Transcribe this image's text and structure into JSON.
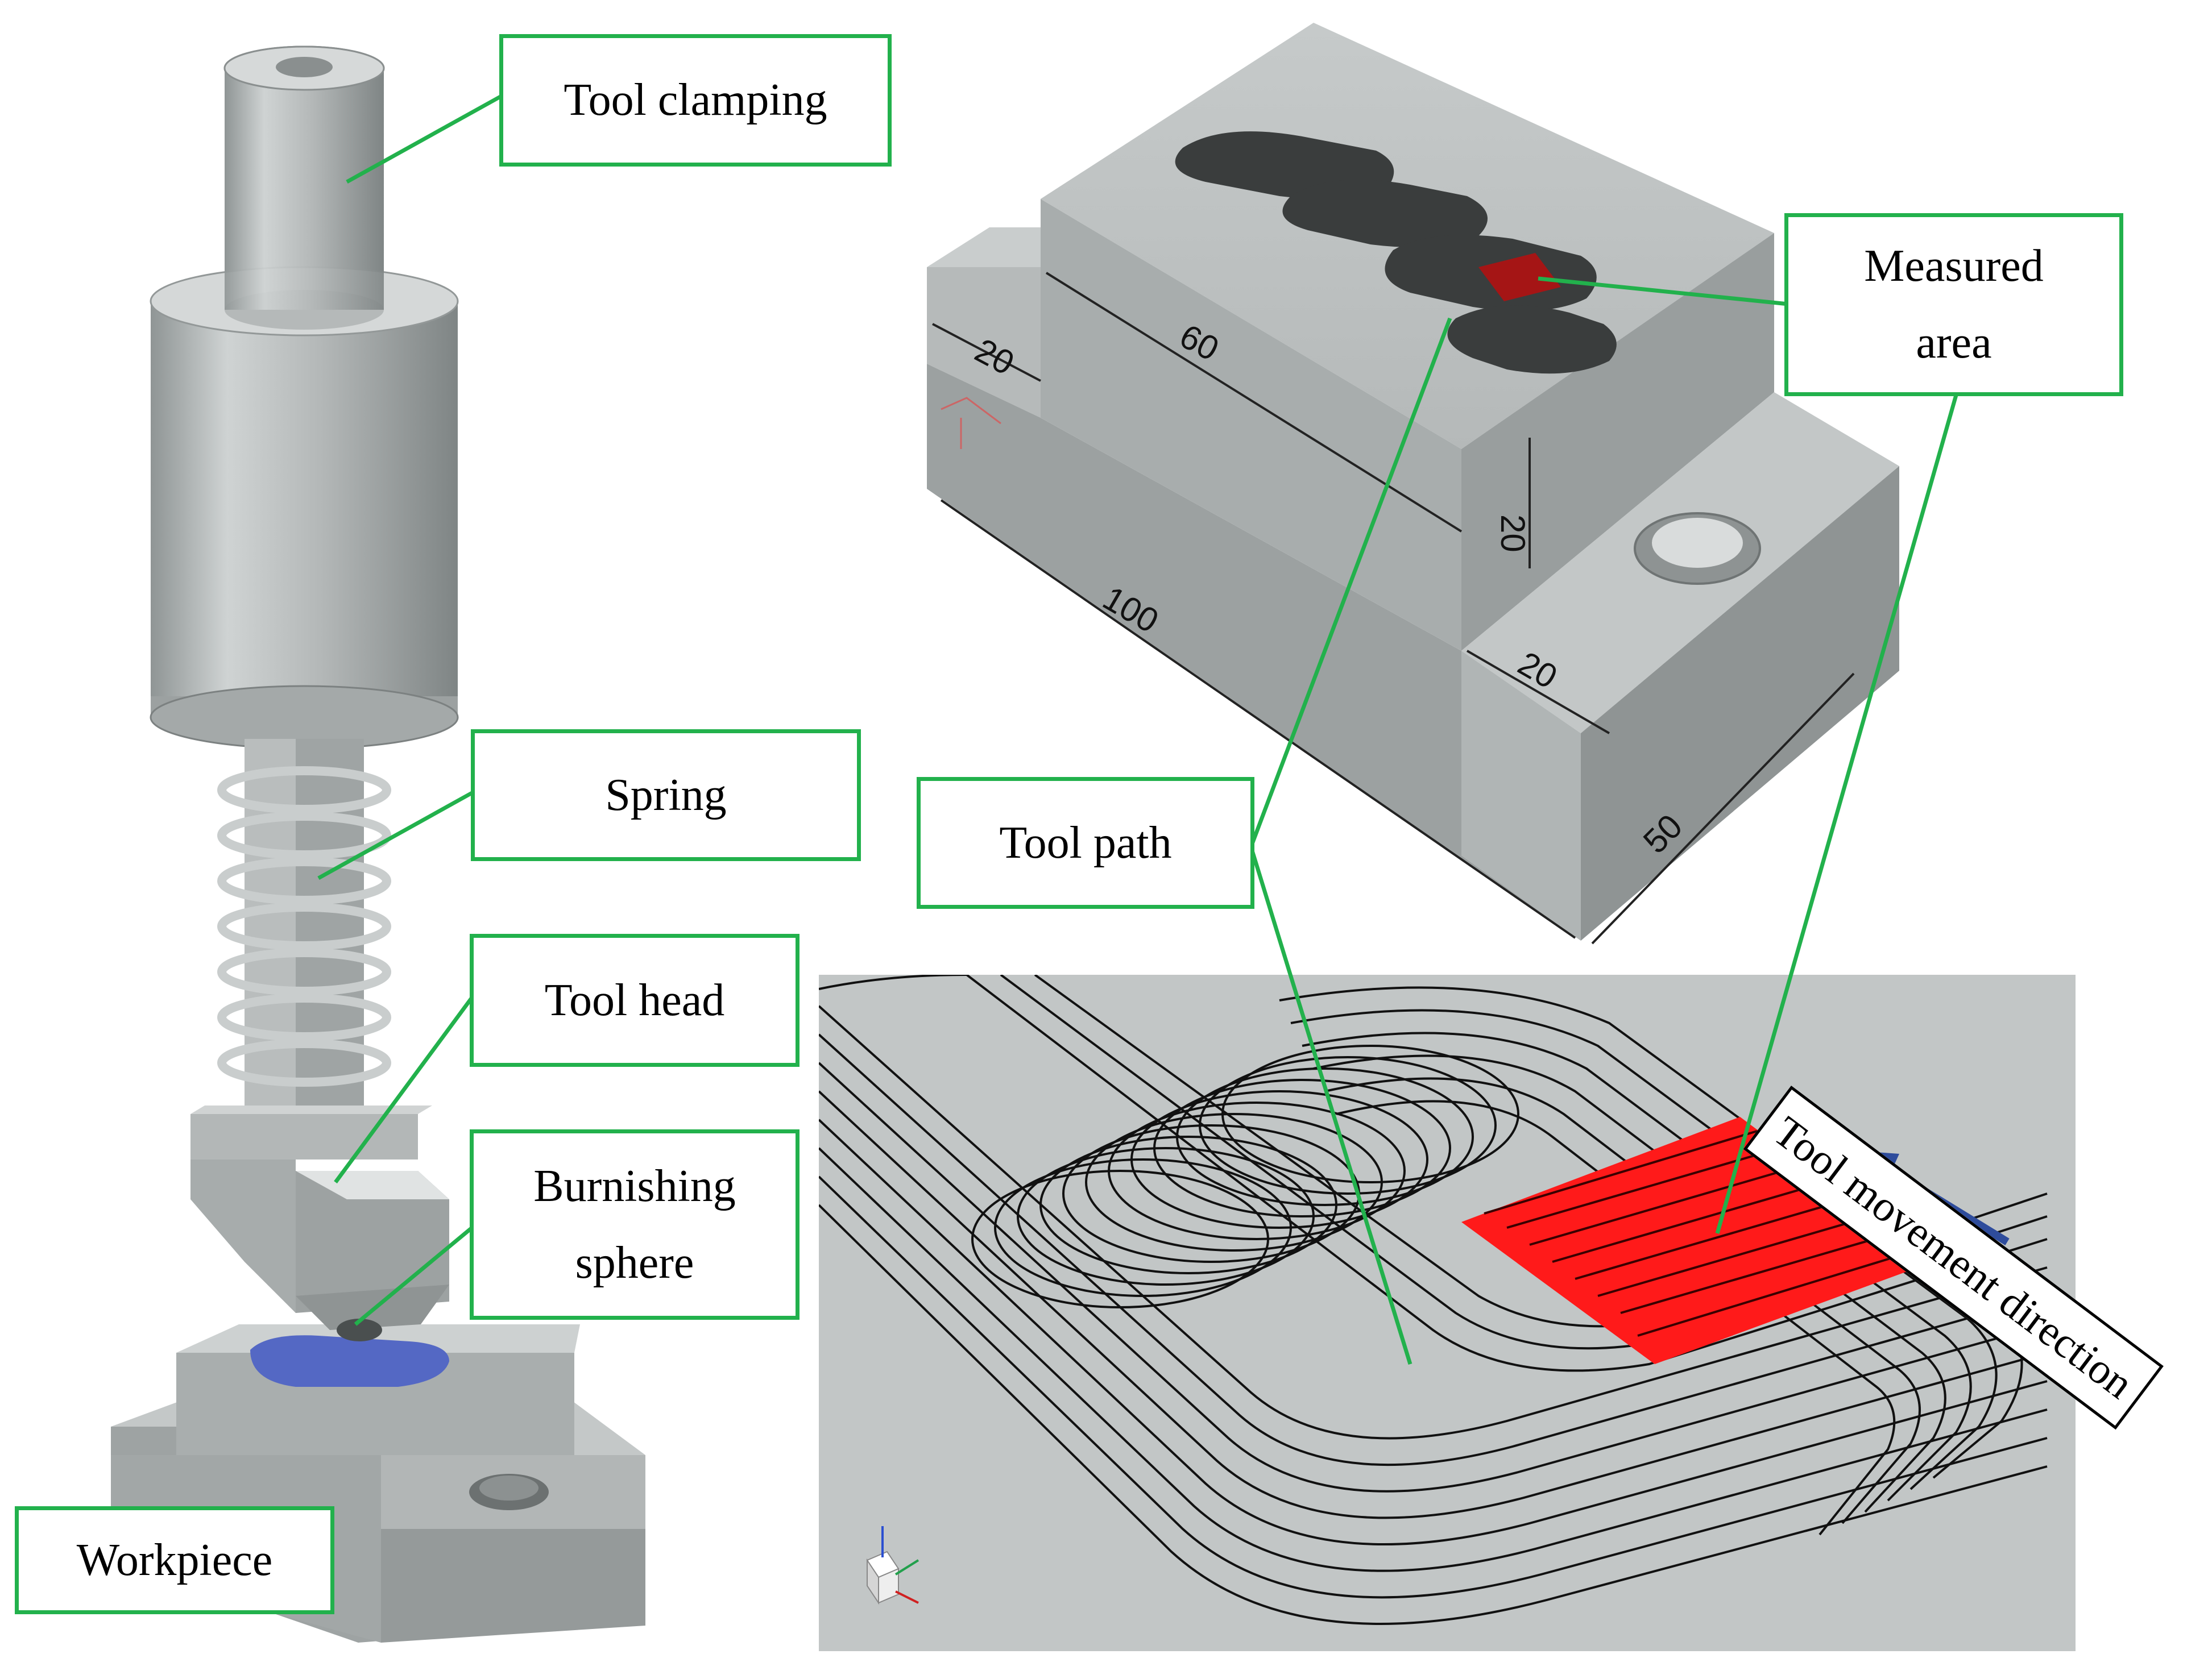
{
  "callouts": {
    "tool_clamping": "Tool clamping",
    "spring": "Spring",
    "tool_head": "Tool head",
    "burnishing_sphere": "Burnishing\nsphere",
    "workpiece": "Workpiece",
    "measured_area": "Measured\narea",
    "tool_path": "Tool path"
  },
  "direction_label": "Tool movement direction",
  "dimensions": {
    "step_width_left": "20",
    "pocket_length": "60",
    "step_height": "20",
    "total_length": "100",
    "step_width_right": "20",
    "depth": "50"
  },
  "colors": {
    "callout_border": "#22b14c",
    "measured_area": "#ff1a1a",
    "arrow": "#2e4c9c",
    "highlight": "#5468c4",
    "body_gray": "#b8bcbc",
    "panel_gray": "#c2c6c6"
  }
}
